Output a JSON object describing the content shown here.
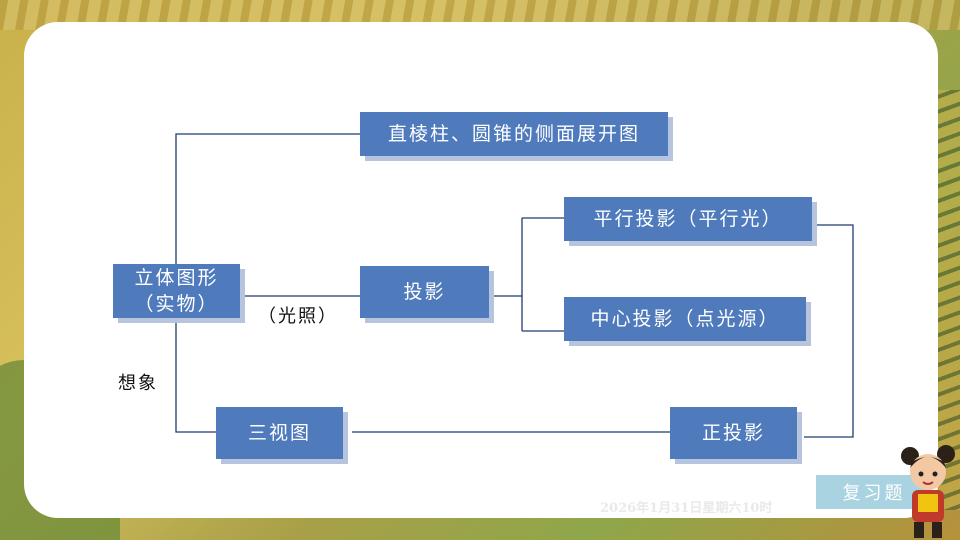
{
  "nodes": {
    "solid": "立体图形\n（实物）",
    "unfold": "直棱柱、圆锥的侧面展开图",
    "projection": "投影",
    "parallel": "平行投影（平行光）",
    "central": "中心投影（点光源）",
    "three_view": "三视图",
    "orthographic": "正投影"
  },
  "labels": {
    "light": "（光照）",
    "imagine": "想象"
  },
  "footer": {
    "date": "2026年1月31日星期六10时",
    "review_button": "复习题"
  },
  "colors": {
    "node_fill": "#4f7bbd",
    "node_shadow": "#b7c4de",
    "line": "#1f3b73"
  }
}
